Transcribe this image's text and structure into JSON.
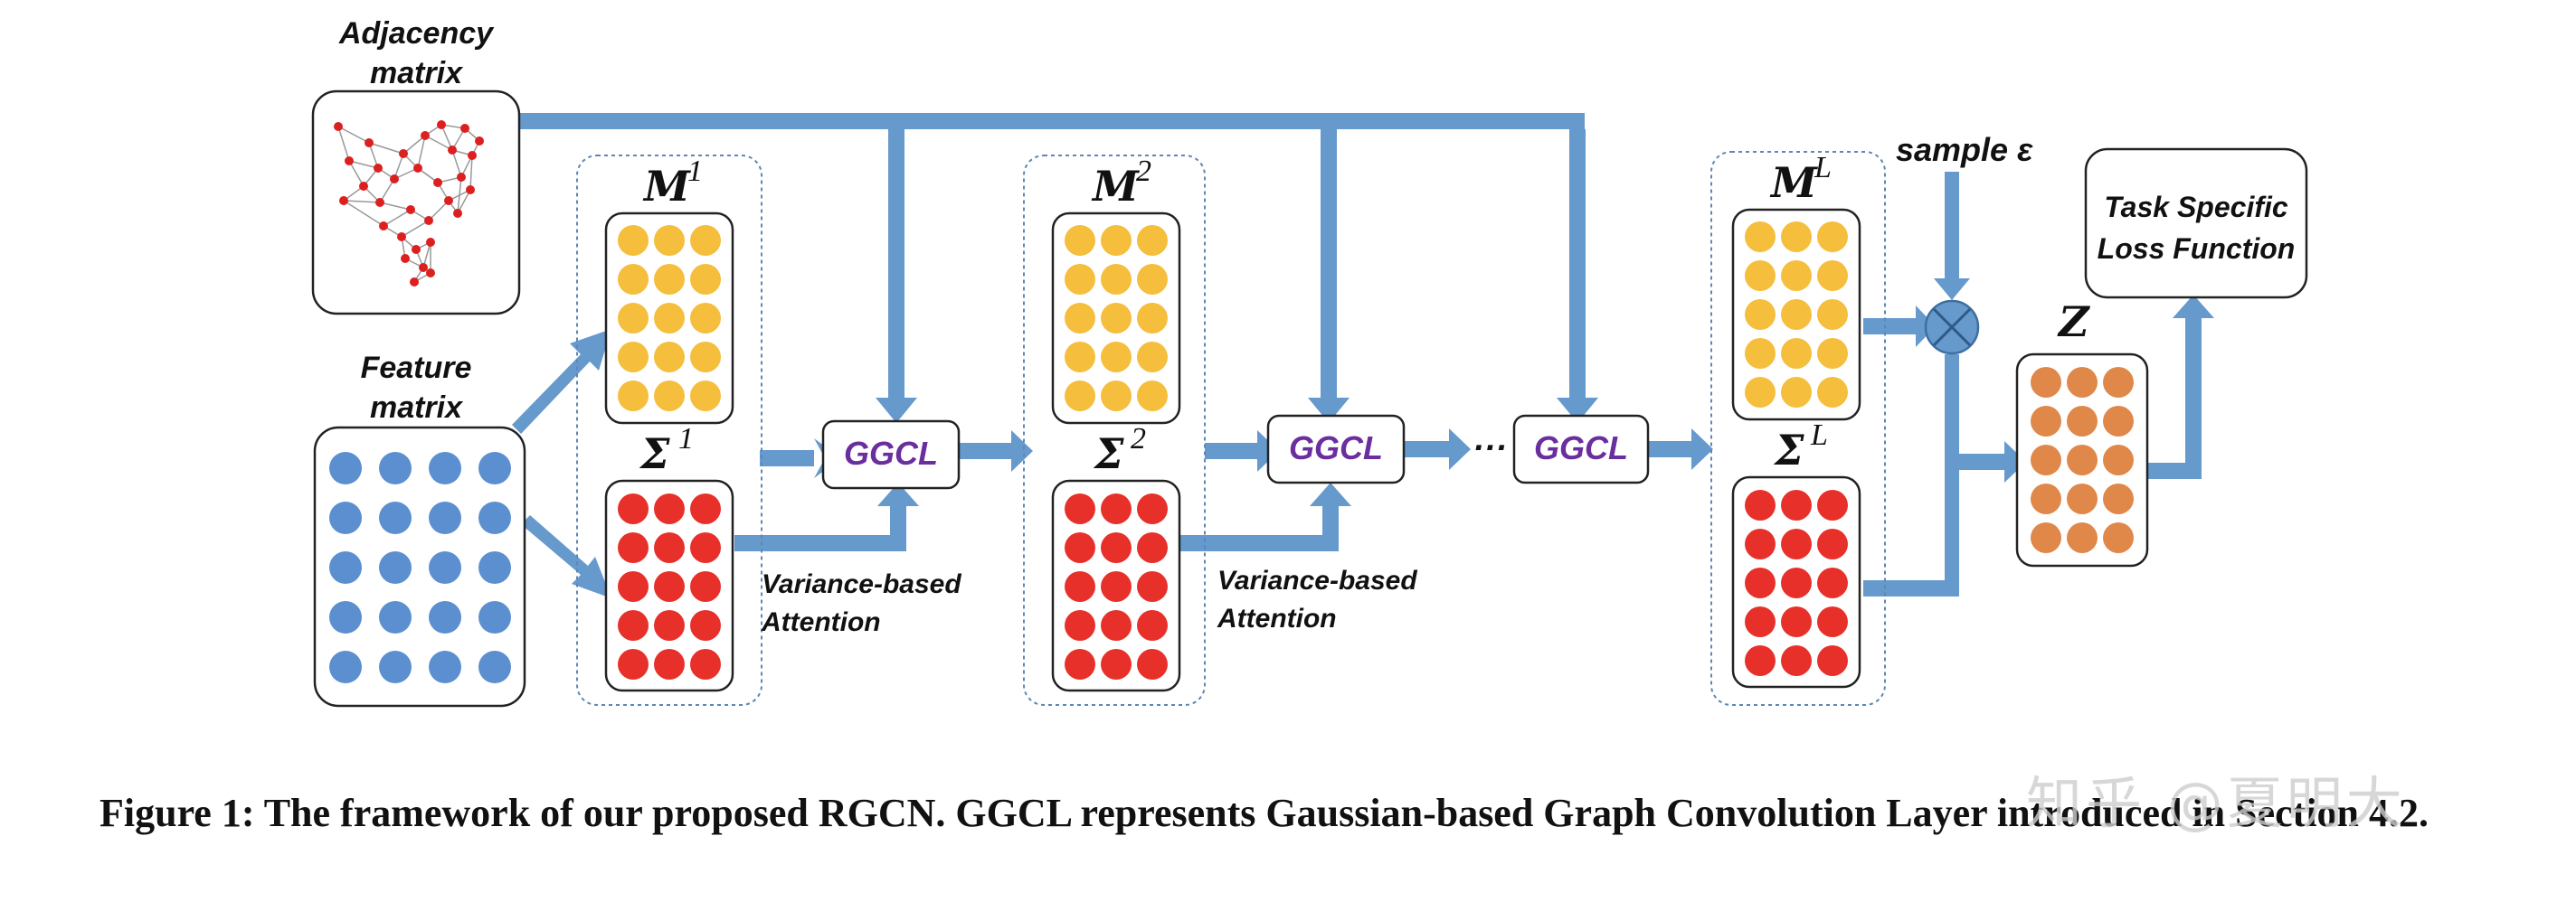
{
  "labels": {
    "adjacency": [
      "Adjacency",
      "matrix"
    ],
    "feature": [
      "Feature",
      "matrix"
    ],
    "sample": "sample ε",
    "task_loss": [
      "Task Specific",
      "Loss Function"
    ],
    "variance_attention": [
      "Variance-based",
      "Attention"
    ],
    "ellipsis": "···",
    "z": "Z"
  },
  "layers": [
    {
      "mean": "M",
      "var": "Σ",
      "sup": "1"
    },
    {
      "mean": "M",
      "var": "Σ",
      "sup": "2"
    },
    {
      "mean": "M",
      "var": "Σ",
      "sup": "L"
    }
  ],
  "ggcl": "GGCL",
  "caption": "Figure 1: The framework of our proposed RGCN. GGCL represents Gaussian-based Graph Convolution Layer introduced in Section 4.2.",
  "watermark": "知乎 @夏明大",
  "colors": {
    "arrow": "#6699cc",
    "mean_dots": "#f5be3c",
    "var_dots": "#e8302a",
    "feature_dots": "#5b8fd0",
    "z_dots": "#e0874a",
    "graph_nodes": "#dd1f1f",
    "ggcl_text": "#6a2e9e"
  }
}
